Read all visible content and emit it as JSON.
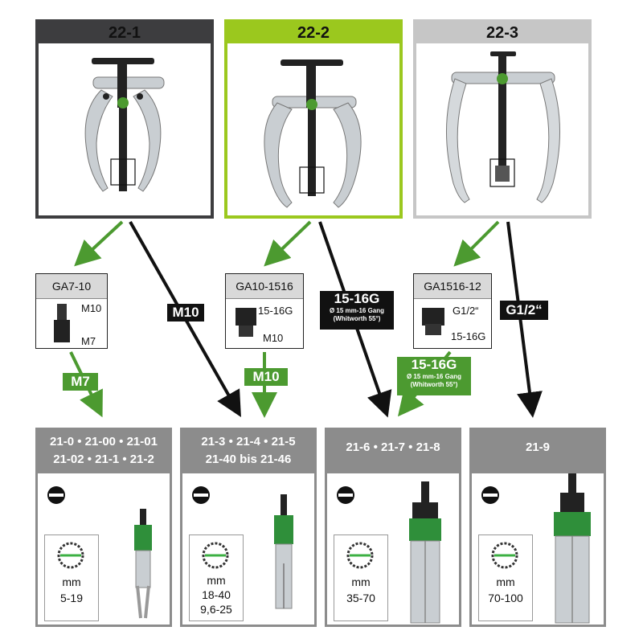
{
  "pullers": [
    {
      "label": "22-1",
      "header_color": "#3d3d3f",
      "border_color": "#3d3d3f"
    },
    {
      "label": "22-2",
      "header_color": "#9bc81e",
      "border_color": "#9bc81e"
    },
    {
      "label": "22-3",
      "header_color": "#c6c6c6",
      "border_color": "#c6c6c6"
    }
  ],
  "adapters": [
    {
      "label": "GA7-10",
      "top": "M10",
      "bottom": "M7"
    },
    {
      "label": "GA10-1516",
      "top": "15-16G",
      "bottom": "M10"
    },
    {
      "label": "GA1516-12",
      "top": "G1/2“",
      "bottom": "15-16G"
    }
  ],
  "thread_labels": {
    "m10_black": "M10",
    "g15_black": "15-16G",
    "g15_black_sub1": "Ø 15 mm-16 Gang",
    "g15_black_sub2": "(Whitworth 55°)",
    "g12_black": "G1/2“",
    "m7_green": "M7",
    "m10_green": "M10",
    "g15_green": "15-16G",
    "g15_green_sub1": "Ø 15 mm-16 Gang",
    "g15_green_sub2": "(Whitworth 55°)"
  },
  "extractors": [
    {
      "line1": "21-0 • 21-00 • 21-01",
      "line2": "21-02 • 21-1 • 21-2",
      "unit": "mm",
      "range1": "5-19",
      "range2": ""
    },
    {
      "line1": "21-3 • 21-4 • 21-5",
      "line2": "21-40 bis 21-46",
      "unit": "mm",
      "range1": "18-40",
      "range2": "9,6-25"
    },
    {
      "line1": "21-6 • 21-7 • 21-8",
      "line2": "",
      "unit": "mm",
      "range1": "35-70",
      "range2": ""
    },
    {
      "line1": "21-9",
      "line2": "",
      "unit": "mm",
      "range1": "70-100",
      "range2": ""
    }
  ],
  "colors": {
    "green": "#4c9a30",
    "black": "#111111",
    "gray": "#8c8c8c",
    "accent_green": "#3cb043"
  },
  "icons": [
    "slot-screwdriver-icon",
    "ball-bearing-icon",
    "arrow-icon"
  ]
}
